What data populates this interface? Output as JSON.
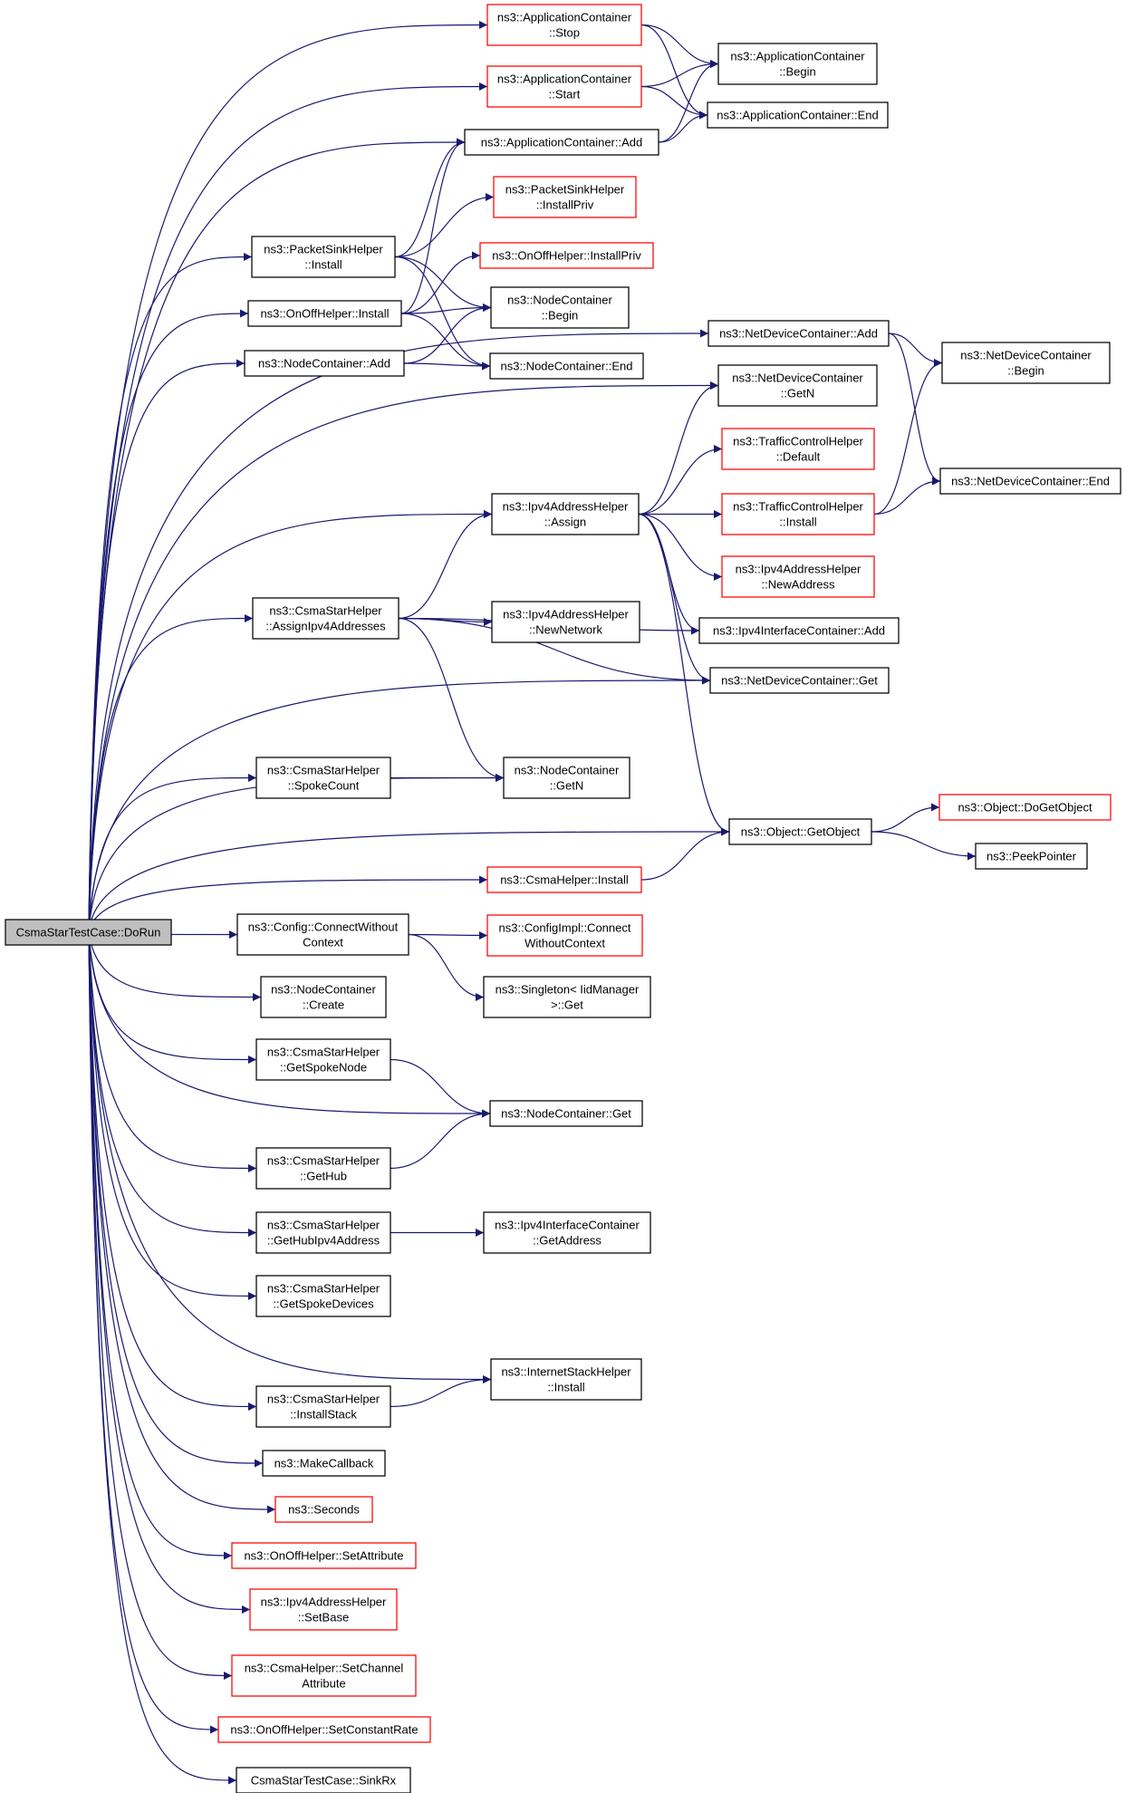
{
  "colors": {
    "edge": "#191970",
    "black_border": "#000000",
    "red_border": "#ff0000",
    "root_fill": "#bfbfbf"
  },
  "nodes": [
    {
      "id": "root",
      "lines": [
        "CsmaStarTestCase::DoRun"
      ],
      "border": "root"
    },
    {
      "id": "appStop",
      "lines": [
        "ns3::ApplicationContainer",
        "::Stop"
      ],
      "border": "red"
    },
    {
      "id": "appStart",
      "lines": [
        "ns3::ApplicationContainer",
        "::Start"
      ],
      "border": "red"
    },
    {
      "id": "appBegin",
      "lines": [
        "ns3::ApplicationContainer",
        "::Begin"
      ],
      "border": "black"
    },
    {
      "id": "appEnd",
      "lines": [
        "ns3::ApplicationContainer::End"
      ],
      "border": "black"
    },
    {
      "id": "appAdd",
      "lines": [
        "ns3::ApplicationContainer::Add"
      ],
      "border": "black"
    },
    {
      "id": "psInstallPriv",
      "lines": [
        "ns3::PacketSinkHelper",
        "::InstallPriv"
      ],
      "border": "red"
    },
    {
      "id": "psInstall",
      "lines": [
        "ns3::PacketSinkHelper",
        "::Install"
      ],
      "border": "black"
    },
    {
      "id": "ooInstallPriv",
      "lines": [
        "ns3::OnOffHelper::InstallPriv"
      ],
      "border": "red"
    },
    {
      "id": "ooInstall",
      "lines": [
        "ns3::OnOffHelper::Install"
      ],
      "border": "black"
    },
    {
      "id": "ncBegin",
      "lines": [
        "ns3::NodeContainer",
        "::Begin"
      ],
      "border": "black"
    },
    {
      "id": "ncAdd",
      "lines": [
        "ns3::NodeContainer::Add"
      ],
      "border": "black"
    },
    {
      "id": "ncEnd",
      "lines": [
        "ns3::NodeContainer::End"
      ],
      "border": "black"
    },
    {
      "id": "ndcAdd",
      "lines": [
        "ns3::NetDeviceContainer::Add"
      ],
      "border": "black"
    },
    {
      "id": "ndcBegin",
      "lines": [
        "ns3::NetDeviceContainer",
        "::Begin"
      ],
      "border": "black"
    },
    {
      "id": "ndcGetN",
      "lines": [
        "ns3::NetDeviceContainer",
        "::GetN"
      ],
      "border": "black"
    },
    {
      "id": "tchDefault",
      "lines": [
        "ns3::TrafficControlHelper",
        "::Default"
      ],
      "border": "red"
    },
    {
      "id": "ndcEnd",
      "lines": [
        "ns3::NetDeviceContainer::End"
      ],
      "border": "black"
    },
    {
      "id": "ipv4Assign",
      "lines": [
        "ns3::Ipv4AddressHelper",
        "::Assign"
      ],
      "border": "black"
    },
    {
      "id": "tchInstall",
      "lines": [
        "ns3::TrafficControlHelper",
        "::Install"
      ],
      "border": "red"
    },
    {
      "id": "ipv4NewAddress",
      "lines": [
        "ns3::Ipv4AddressHelper",
        "::NewAddress"
      ],
      "border": "red"
    },
    {
      "id": "cshAssign",
      "lines": [
        "ns3::CsmaStarHelper",
        "::AssignIpv4Addresses"
      ],
      "border": "black"
    },
    {
      "id": "ipv4NewNetwork",
      "lines": [
        "ns3::Ipv4AddressHelper",
        "::NewNetwork"
      ],
      "border": "black"
    },
    {
      "id": "iicAdd",
      "lines": [
        "ns3::Ipv4InterfaceContainer::Add"
      ],
      "border": "black"
    },
    {
      "id": "ndcGet",
      "lines": [
        "ns3::NetDeviceContainer::Get"
      ],
      "border": "black"
    },
    {
      "id": "cshSpokeCount",
      "lines": [
        "ns3::CsmaStarHelper",
        "::SpokeCount"
      ],
      "border": "black"
    },
    {
      "id": "ncGetN",
      "lines": [
        "ns3::NodeContainer",
        "::GetN"
      ],
      "border": "black"
    },
    {
      "id": "objDoGetObject",
      "lines": [
        "ns3::Object::DoGetObject"
      ],
      "border": "red"
    },
    {
      "id": "objGetObject",
      "lines": [
        "ns3::Object::GetObject"
      ],
      "border": "black"
    },
    {
      "id": "peekPointer",
      "lines": [
        "ns3::PeekPointer"
      ],
      "border": "black"
    },
    {
      "id": "chInstall",
      "lines": [
        "ns3::CsmaHelper::Install"
      ],
      "border": "red"
    },
    {
      "id": "cfgConnect",
      "lines": [
        "ns3::Config::ConnectWithout",
        "Context"
      ],
      "border": "black"
    },
    {
      "id": "cfgImplConnect",
      "lines": [
        "ns3::ConfigImpl::Connect",
        "WithoutContext"
      ],
      "border": "red"
    },
    {
      "id": "ncCreate",
      "lines": [
        "ns3::NodeContainer",
        "::Create"
      ],
      "border": "black"
    },
    {
      "id": "singletonGet",
      "lines": [
        "ns3::Singleton< IidManager",
        ">::Get"
      ],
      "border": "black"
    },
    {
      "id": "cshGetSpokeNode",
      "lines": [
        "ns3::CsmaStarHelper",
        "::GetSpokeNode"
      ],
      "border": "black"
    },
    {
      "id": "ncGet",
      "lines": [
        "ns3::NodeContainer::Get"
      ],
      "border": "black"
    },
    {
      "id": "cshGetHub",
      "lines": [
        "ns3::CsmaStarHelper",
        "::GetHub"
      ],
      "border": "black"
    },
    {
      "id": "cshGetHubIpv4",
      "lines": [
        "ns3::CsmaStarHelper",
        "::GetHubIpv4Address"
      ],
      "border": "black"
    },
    {
      "id": "iicGetAddress",
      "lines": [
        "ns3::Ipv4InterfaceContainer",
        "::GetAddress"
      ],
      "border": "black"
    },
    {
      "id": "cshGetSpokeDevices",
      "lines": [
        "ns3::CsmaStarHelper",
        "::GetSpokeDevices"
      ],
      "border": "black"
    },
    {
      "id": "ishInstall",
      "lines": [
        "ns3::InternetStackHelper",
        "::Install"
      ],
      "border": "black"
    },
    {
      "id": "cshInstallStack",
      "lines": [
        "ns3::CsmaStarHelper",
        "::InstallStack"
      ],
      "border": "black"
    },
    {
      "id": "makeCallback",
      "lines": [
        "ns3::MakeCallback"
      ],
      "border": "black"
    },
    {
      "id": "seconds",
      "lines": [
        "ns3::Seconds"
      ],
      "border": "red"
    },
    {
      "id": "ooSetAttribute",
      "lines": [
        "ns3::OnOffHelper::SetAttribute"
      ],
      "border": "red"
    },
    {
      "id": "ipv4SetBase",
      "lines": [
        "ns3::Ipv4AddressHelper",
        "::SetBase"
      ],
      "border": "red"
    },
    {
      "id": "chSetChannelAttr",
      "lines": [
        "ns3::CsmaHelper::SetChannel",
        "Attribute"
      ],
      "border": "red"
    },
    {
      "id": "ooSetConstantRate",
      "lines": [
        "ns3::OnOffHelper::SetConstantRate"
      ],
      "border": "red"
    },
    {
      "id": "sinkRx",
      "lines": [
        "CsmaStarTestCase::SinkRx"
      ],
      "border": "black"
    }
  ],
  "edges": [
    [
      "root",
      "appStop"
    ],
    [
      "root",
      "appStart"
    ],
    [
      "root",
      "appAdd"
    ],
    [
      "root",
      "psInstall"
    ],
    [
      "root",
      "ooInstall"
    ],
    [
      "root",
      "ncAdd"
    ],
    [
      "root",
      "ndcAdd"
    ],
    [
      "root",
      "ndcGetN"
    ],
    [
      "root",
      "ipv4Assign"
    ],
    [
      "root",
      "cshAssign"
    ],
    [
      "root",
      "ndcGet"
    ],
    [
      "root",
      "ncGetN"
    ],
    [
      "root",
      "cshSpokeCount"
    ],
    [
      "root",
      "objGetObject"
    ],
    [
      "root",
      "chInstall"
    ],
    [
      "root",
      "cfgConnect"
    ],
    [
      "root",
      "ncCreate"
    ],
    [
      "root",
      "cshGetSpokeNode"
    ],
    [
      "root",
      "ncGet"
    ],
    [
      "root",
      "cshGetHub"
    ],
    [
      "root",
      "cshGetHubIpv4"
    ],
    [
      "root",
      "cshGetSpokeDevices"
    ],
    [
      "root",
      "ishInstall"
    ],
    [
      "root",
      "cshInstallStack"
    ],
    [
      "root",
      "makeCallback"
    ],
    [
      "root",
      "seconds"
    ],
    [
      "root",
      "ooSetAttribute"
    ],
    [
      "root",
      "ipv4SetBase"
    ],
    [
      "root",
      "chSetChannelAttr"
    ],
    [
      "root",
      "ooSetConstantRate"
    ],
    [
      "root",
      "sinkRx"
    ],
    [
      "appStop",
      "appBegin"
    ],
    [
      "appStop",
      "appEnd"
    ],
    [
      "appStart",
      "appBegin"
    ],
    [
      "appStart",
      "appEnd"
    ],
    [
      "appAdd",
      "appBegin"
    ],
    [
      "appAdd",
      "appEnd"
    ],
    [
      "psInstall",
      "appAdd"
    ],
    [
      "psInstall",
      "psInstallPriv"
    ],
    [
      "psInstall",
      "ncBegin"
    ],
    [
      "psInstall",
      "ncEnd"
    ],
    [
      "ooInstall",
      "appAdd"
    ],
    [
      "ooInstall",
      "ooInstallPriv"
    ],
    [
      "ooInstall",
      "ncBegin"
    ],
    [
      "ooInstall",
      "ncEnd"
    ],
    [
      "ncAdd",
      "ncBegin"
    ],
    [
      "ncAdd",
      "ncEnd"
    ],
    [
      "ndcAdd",
      "ndcBegin"
    ],
    [
      "ndcAdd",
      "ndcEnd"
    ],
    [
      "ipv4Assign",
      "ndcGetN"
    ],
    [
      "ipv4Assign",
      "tchDefault"
    ],
    [
      "ipv4Assign",
      "tchInstall"
    ],
    [
      "ipv4Assign",
      "ipv4NewAddress"
    ],
    [
      "ipv4Assign",
      "iicAdd"
    ],
    [
      "ipv4Assign",
      "ndcGet"
    ],
    [
      "ipv4Assign",
      "objGetObject"
    ],
    [
      "tchInstall",
      "ndcBegin"
    ],
    [
      "tchInstall",
      "ndcEnd"
    ],
    [
      "cshAssign",
      "ipv4Assign"
    ],
    [
      "cshAssign",
      "ipv4NewNetwork"
    ],
    [
      "cshAssign",
      "iicAdd"
    ],
    [
      "cshAssign",
      "ndcGet"
    ],
    [
      "cshAssign",
      "ncGetN"
    ],
    [
      "cshSpokeCount",
      "ncGetN"
    ],
    [
      "objGetObject",
      "objDoGetObject"
    ],
    [
      "objGetObject",
      "peekPointer"
    ],
    [
      "chInstall",
      "objGetObject"
    ],
    [
      "cfgConnect",
      "cfgImplConnect"
    ],
    [
      "cfgConnect",
      "singletonGet"
    ],
    [
      "cshGetSpokeNode",
      "ncGet"
    ],
    [
      "cshGetHub",
      "ncGet"
    ],
    [
      "cshGetHubIpv4",
      "iicGetAddress"
    ],
    [
      "cshInstallStack",
      "ishInstall"
    ]
  ]
}
